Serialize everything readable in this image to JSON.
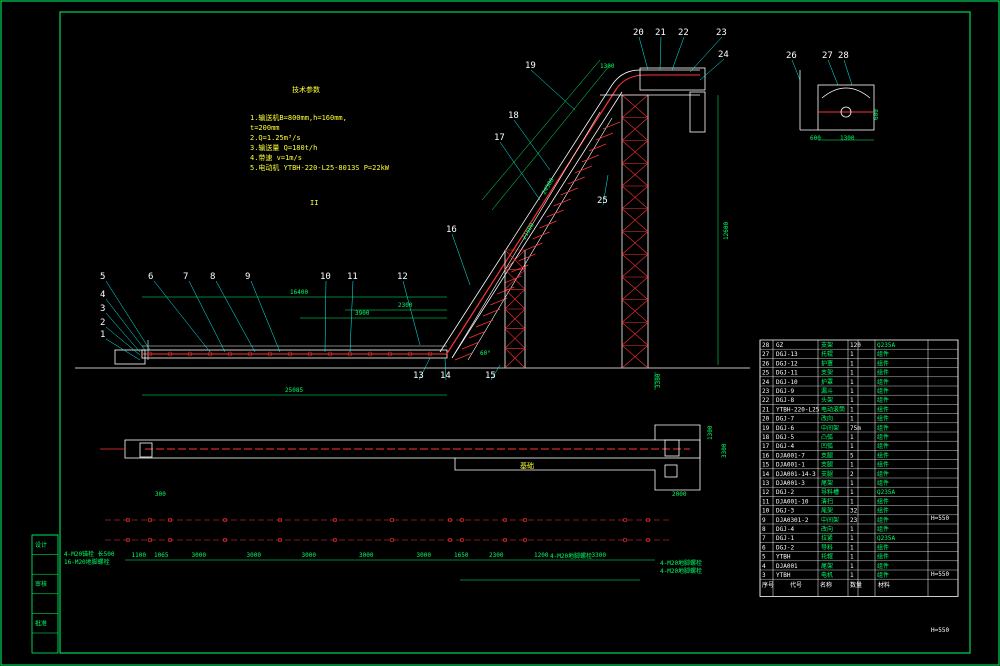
{
  "colors": {
    "background": "#000000",
    "frame": "#00ff66",
    "structure": "#ffffff",
    "frame_member": "#ff3333",
    "centerline": "#ff3333",
    "dimension": "#00ff66",
    "leader": "#00ffff",
    "notes": "#ffff33"
  },
  "notes": {
    "title": "技术参数",
    "lines": [
      "1.输送机B=800mm,h=160mm,",
      "t=200mm",
      "2.Q=1.25m³/s",
      "3.输送量 Q=180t/h",
      "4.带速 v=1m/s",
      "5.电动机 YTBH-220-L25-8013S P=22kW"
    ],
    "mark": "II"
  },
  "part_callouts": [
    "1",
    "2",
    "3",
    "4",
    "5",
    "6",
    "7",
    "8",
    "9",
    "10",
    "11",
    "12",
    "13",
    "14",
    "15",
    "16",
    "17",
    "18",
    "19",
    "20",
    "21",
    "22",
    "23",
    "24",
    "25",
    "26",
    "27",
    "28"
  ],
  "dimensions": {
    "overall_length": "25085",
    "horizontal_1": "16400",
    "horizontal_2": "3900",
    "horizontal_3": "2300",
    "incline_1": "21500",
    "incline_2": "24500",
    "tower_height": "12600",
    "tower_base": "3300",
    "head_width": "1300",
    "angle": "60°",
    "side_w1": "600",
    "side_w2": "1300",
    "side_h": "600",
    "plan_width": "1300",
    "plan_offset": "3300",
    "plan_tail": "2000",
    "base_spacing": [
      "1100",
      "1065",
      "3000",
      "3000",
      "3000",
      "3000",
      "3000",
      "1650",
      "2300",
      "1200",
      "3300"
    ],
    "base_top": "300",
    "lower_left_1": "4-M20锚栓 长500",
    "lower_left_2": "16-M20地脚螺栓",
    "lower_mid": "4-M20地脚螺栓",
    "lower_right_1": "4-M20地脚螺栓",
    "lower_right_2": "4-M20地脚螺栓"
  },
  "plan_label": "基础",
  "bom": {
    "rows": [
      [
        "28",
        "GZ",
        "支架",
        "120",
        "Q235A"
      ],
      [
        "27",
        "DGJ-13",
        "托辊",
        "1",
        "组件"
      ],
      [
        "26",
        "DGJ-12",
        "护罩",
        "1",
        "组件"
      ],
      [
        "25",
        "DGJ-11",
        "支架",
        "1",
        "组件"
      ],
      [
        "24",
        "DGJ-10",
        "护罩",
        "1",
        "组件"
      ],
      [
        "23",
        "DGJ-9",
        "漏斗",
        "1",
        "组件"
      ],
      [
        "22",
        "DGJ-8",
        "头架",
        "1",
        "组件"
      ],
      [
        "21",
        "YTBH-220-L25",
        "电动滚筒",
        "1",
        "组件"
      ],
      [
        "20",
        "DGJ-7",
        "改向",
        "1",
        "组件"
      ],
      [
        "19",
        "DGJ-6",
        "中间架",
        "75m",
        "组件"
      ],
      [
        "18",
        "DGJ-5",
        "凸弧",
        "1",
        "组件"
      ],
      [
        "17",
        "DGJ-4",
        "凹弧",
        "1",
        "组件"
      ],
      [
        "16",
        "DJA001-7",
        "支腿",
        "5",
        "组件"
      ],
      [
        "15",
        "DJA001-1",
        "支腿",
        "1",
        "组件"
      ],
      [
        "14",
        "DJA001-14-3",
        "支腿",
        "2",
        "组件"
      ],
      [
        "13",
        "DJA001-3",
        "尾架",
        "1",
        "组件"
      ],
      [
        "12",
        "DGJ-2",
        "导料槽",
        "1",
        "Q235A"
      ],
      [
        "11",
        "DJA001-10",
        "清扫",
        "1",
        "组件"
      ],
      [
        "10",
        "DGJ-3",
        "尾架",
        "32",
        "组件"
      ],
      [
        "9",
        "DJA0301-2",
        "中间架",
        "23",
        "组件"
      ],
      [
        "8",
        "DGJ-4",
        "改向",
        "1",
        "组件"
      ],
      [
        "7",
        "DGJ-1",
        "拉紧",
        "1",
        "Q235A"
      ],
      [
        "6",
        "DGJ-2",
        "导料",
        "1",
        "组件"
      ],
      [
        "5",
        "YTBH",
        "托辊",
        "1",
        "组件"
      ],
      [
        "4",
        "DJA001",
        "尾架",
        "1",
        "组件"
      ],
      [
        "3",
        "YTBH",
        "电机",
        "1",
        "组件"
      ]
    ],
    "footer": [
      "序号",
      "代号",
      "名称",
      "数量",
      "材料"
    ],
    "right_notes": [
      "H=550",
      "H=550",
      "H=550"
    ]
  },
  "title_block": {
    "labels": [
      "设计",
      "",
      "审核",
      "",
      "批准",
      ""
    ]
  }
}
